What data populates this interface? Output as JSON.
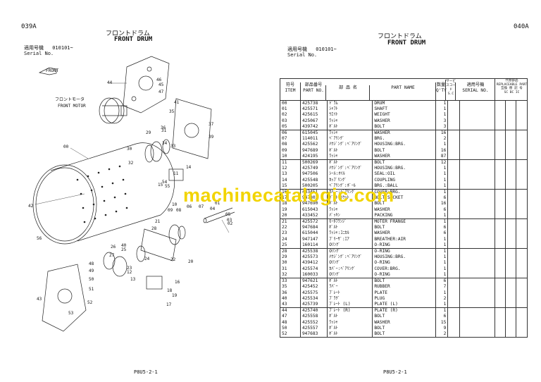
{
  "left_page": {
    "page_id": "039A",
    "title_jp": "フロントドラム",
    "title_en": "FRONT DRUM",
    "serial_label_jp": "適用号機",
    "serial_value": "010101~",
    "serial_label_en": "Serial No.",
    "footer": "P8U5-2-1",
    "diagram_labels": {
      "front_arrow": "FRONT",
      "motor_jp": "フロントモータ",
      "motor_en": "FRONT MOTOR"
    },
    "callouts": [
      "44",
      "47",
      "45",
      "46",
      "00",
      "41",
      "35",
      "36",
      "37",
      "39",
      "29",
      "30",
      "31",
      "32",
      "33",
      "34",
      "08",
      "09",
      "10",
      "05",
      "04",
      "02",
      "01",
      "03",
      "06",
      "07",
      "15",
      "11",
      "54",
      "55",
      "56",
      "14",
      "28",
      "20",
      "21",
      "22",
      "24",
      "25",
      "26",
      "27",
      "40",
      "23",
      "42",
      "43",
      "52",
      "53",
      "48",
      "49",
      "50",
      "51",
      "16",
      "17",
      "18",
      "19",
      "12",
      "13"
    ]
  },
  "right_page": {
    "page_id": "040A",
    "title_jp": "フロントドラム",
    "title_en": "FRONT DRUM",
    "serial_label_jp": "適用号機",
    "serial_value": "010101~",
    "serial_label_en": "Serial No.",
    "footer": "P8U5-2-1",
    "headers": {
      "item_jp": "符号",
      "item_en": "ITEM",
      "part_no_jp": "部品番号",
      "part_no_en": "PART NO.",
      "name_jp": "部 品 名",
      "part_name_en": "PART NAME",
      "qty_jp": "数量",
      "qty_en": "Q'TY",
      "service_jp": "サービスコード",
      "service_en": "S.C",
      "serial_jp": "適用号機",
      "serial_en": "SERIAL NO.",
      "remarks_jp": "互換",
      "replaceable_jp": "代替部品",
      "replaceable_en": "REPLACEABLE PART",
      "col_labels": "互換 替 記 号",
      "col_codes": "SC BC IC"
    },
    "parts": [
      {
        "item": "00",
        "pn": "425738",
        "jp": "ﾄﾞﾗﾑ",
        "en": "DRUM",
        "qty": "1"
      },
      {
        "item": "01",
        "pn": "425571",
        "jp": "ｼｬﾌﾄ",
        "en": "SHAFT",
        "qty": "1"
      },
      {
        "item": "02",
        "pn": "425615",
        "jp": "ｳｴｲﾄ",
        "en": "WEIGHT",
        "qty": "1"
      },
      {
        "item": "03",
        "pn": "425067",
        "jp": "ﾜｯｼｬ",
        "en": "WASHER",
        "qty": "3"
      },
      {
        "item": "05",
        "pn": "439742",
        "jp": "ﾎﾞﾙﾄ",
        "en": "BOLT",
        "qty": "3"
      },
      {
        "item": "06",
        "pn": "615045",
        "jp": "ﾜｯｼｬ",
        "en": "WASHER",
        "qty": "16"
      },
      {
        "item": "07",
        "pn": "114011",
        "jp": "ﾍﾞｱﾘﾝｸﾞ",
        "en": "BRG.",
        "qty": "2"
      },
      {
        "item": "08",
        "pn": "425562",
        "jp": "ﾊｳｼﾞﾝｸﾞ:ﾍﾞｱﾘﾝｸﾞ",
        "en": "HOUSING:BRG.",
        "qty": "1"
      },
      {
        "item": "09",
        "pn": "947689",
        "jp": "ﾎﾞﾙﾄ",
        "en": "BOLT",
        "qty": "16"
      },
      {
        "item": "10",
        "pn": "424195",
        "jp": "ﾜｯｼｬ",
        "en": "WASHER",
        "qty": "87"
      },
      {
        "item": "11",
        "pn": "500269",
        "jp": "ﾎﾞﾙﾄ",
        "en": "BOLT",
        "qty": "12"
      },
      {
        "item": "12",
        "pn": "425749",
        "jp": "ﾊｳｼﾞﾝｸﾞ:ﾍﾞｱﾘﾝｸﾞ",
        "en": "HOUSING:BRG.",
        "qty": "1"
      },
      {
        "item": "13",
        "pn": "947506",
        "jp": "ｼｰﾙ:ｵｲﾙ",
        "en": "SEAL:OIL",
        "qty": "1"
      },
      {
        "item": "14",
        "pn": "425548",
        "jp": "ｶｯﾌﾟﾘﾝｸﾞ",
        "en": "COUPLING",
        "qty": "1"
      },
      {
        "item": "15",
        "pn": "500205",
        "jp": "ﾍﾞｱﾘﾝｸﾞ:ﾎﾞｰﾙ",
        "en": "BRG.:BALL",
        "qty": "1"
      },
      {
        "item": "16",
        "pn": "433451",
        "jp": "ｶﾊﾞｰ:ﾍﾞｱﾘﾝｸﾞ",
        "en": "COVER:BRG.",
        "qty": "1"
      },
      {
        "item": "17",
        "pn": "947803",
        "jp": "ﾎﾞﾙﾄ:ｿｹｯﾄ",
        "en": "BOLT:SOCKET",
        "qty": "6"
      },
      {
        "item": "18",
        "pn": "947690",
        "jp": "ﾎﾞﾙﾄ",
        "en": "BOLT",
        "qty": "16"
      },
      {
        "item": "19",
        "pn": "615043",
        "jp": "ﾜｯｼｬ",
        "en": "WASHER",
        "qty": "6"
      },
      {
        "item": "20",
        "pn": "433452",
        "jp": "ﾊﾟｯｷﾝ",
        "en": "PACKING",
        "qty": "1"
      },
      {
        "item": "21",
        "pn": "425572",
        "jp": "ﾓｰﾀﾌﾗﾝｼﾞ",
        "en": "MOTER FRANGE",
        "qty": "1"
      },
      {
        "item": "22",
        "pn": "947684",
        "jp": "ﾎﾞﾙﾄ",
        "en": "BOLT",
        "qty": "6"
      },
      {
        "item": "23",
        "pn": "615044",
        "jp": "ﾜｯｼｬ:ｺﾆｶﾙ",
        "en": "WASHER",
        "qty": "6"
      },
      {
        "item": "24",
        "pn": "947147",
        "jp": "ﾌﾞﾘｰｻﾞ:ｴｱ",
        "en": "BREATHER:AIR",
        "qty": "1"
      },
      {
        "item": "25",
        "pn": "160114",
        "jp": "Oﾘﾝｸﾞ",
        "en": "O-RING",
        "qty": "1"
      },
      {
        "item": "28",
        "pn": "425538",
        "jp": "Oﾘﾝｸﾞ",
        "en": "O-RING",
        "qty": "1"
      },
      {
        "item": "29",
        "pn": "425573",
        "jp": "ﾊｳｼﾞﾝｸﾞ:ﾍﾞｱﾘﾝｸﾞ",
        "en": "HOUSING:BRG.",
        "qty": "1"
      },
      {
        "item": "30",
        "pn": "439412",
        "jp": "Oﾘﾝｸﾞ",
        "en": "O-RING",
        "qty": "1"
      },
      {
        "item": "31",
        "pn": "425574",
        "jp": "ｶﾊﾞｰ:ﾍﾞｱﾘﾝｸﾞ",
        "en": "COVER:BRG.",
        "qty": "1"
      },
      {
        "item": "32",
        "pn": "160033",
        "jp": "Oﾘﾝｸﾞ",
        "en": "O-RING",
        "qty": "1"
      },
      {
        "item": "33",
        "pn": "947621",
        "jp": "ﾎﾞﾙﾄ",
        "en": "BOLT",
        "qty": "6"
      },
      {
        "item": "35",
        "pn": "425452",
        "jp": "ﾗﾊﾞｰ",
        "en": "RUBBER",
        "qty": "7"
      },
      {
        "item": "36",
        "pn": "425575",
        "jp": "ﾌﾟﾚｰﾄ",
        "en": "PLATE",
        "qty": "1"
      },
      {
        "item": "40",
        "pn": "425534",
        "jp": "ﾌﾟﾗｸﾞ",
        "en": "PLUG",
        "qty": "2"
      },
      {
        "item": "43",
        "pn": "425739",
        "jp": "ﾌﾟﾚｰﾄ (L)",
        "en": "PLATE (L)",
        "qty": "1"
      },
      {
        "item": "44",
        "pn": "425740",
        "jp": "ﾌﾟﾚｰﾄ (R)",
        "en": "PLATE (R)",
        "qty": "1"
      },
      {
        "item": "47",
        "pn": "425558",
        "jp": "ﾎﾞﾙﾄ",
        "en": "BOLT",
        "qty": "6"
      },
      {
        "item": "48",
        "pn": "425552",
        "jp": "ﾜｯｼｬ",
        "en": "WASHER",
        "qty": "15"
      },
      {
        "item": "50",
        "pn": "425557",
        "jp": "ﾎﾞﾙﾄ",
        "en": "BOLT",
        "qty": "9"
      },
      {
        "item": "52",
        "pn": "947683",
        "jp": "ﾎﾞﾙﾄ",
        "en": "BOLT",
        "qty": "2"
      }
    ]
  },
  "watermark": "machinecatalogic.com"
}
